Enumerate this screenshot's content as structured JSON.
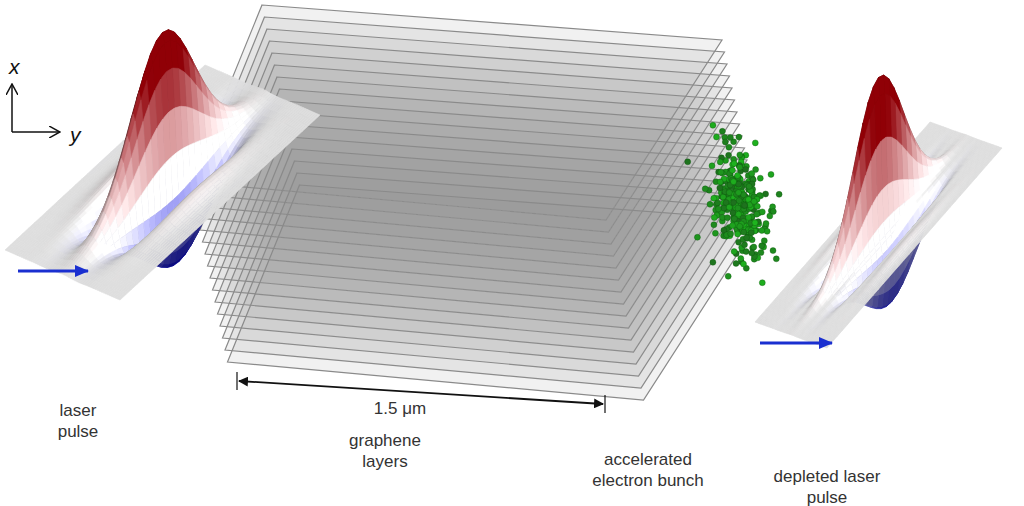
{
  "diagram": {
    "labels": [
      "x",
      "y",
      "1.5 μm",
      "laser pulse",
      "graphene layers",
      "accelerated electron bunch",
      "depleted laser pulse"
    ]
  }
}
